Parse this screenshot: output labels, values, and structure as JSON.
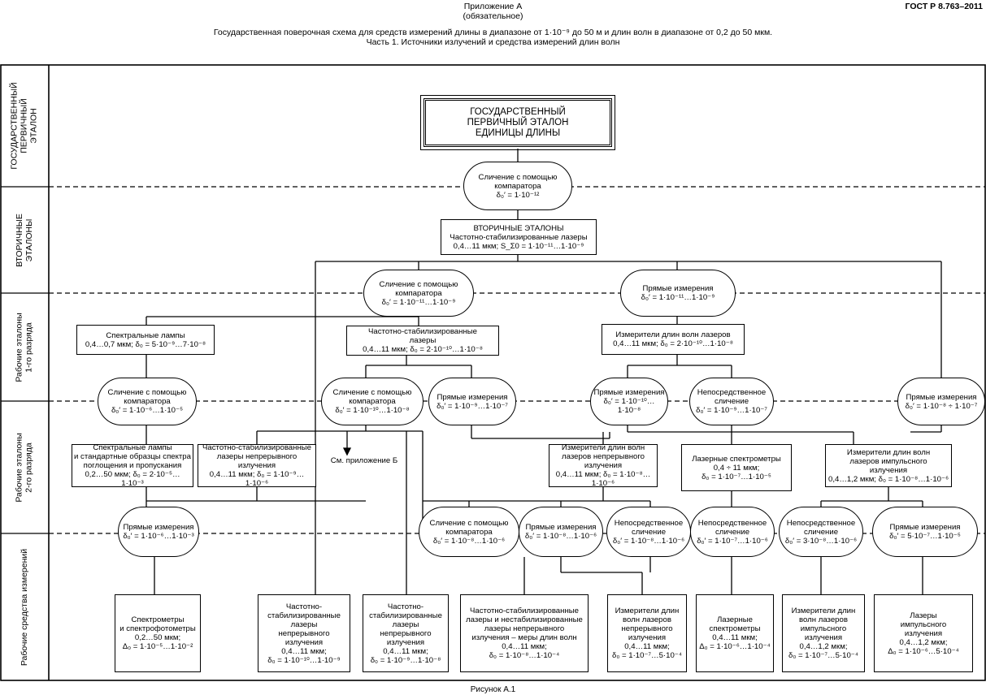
{
  "header": {
    "appendix": "Приложение А",
    "note": "(обязательное)",
    "gost": "ГОСТ Р 8.763–2011",
    "title_line1": "Государственная поверочная схема для средств измерений длины в диапазоне от 1·10⁻⁹ до 50 м и длин волн в диапазоне от 0,2 до 50 мкм.",
    "title_line2": "Часть 1. Источники излучений и средства измерений длин волн"
  },
  "levels": [
    "ГОСУДАРСТВЕННЫЙ\nПЕРВИЧНЫЙ\nЭТАЛОН",
    "ВТОРИЧНЫЕ\nЭТАЛОНЫ",
    "Рабочие эталоны\n1-го разряда",
    "Рабочие эталоны\n2-го разряда",
    "Рабочие средства измерений"
  ],
  "nodes": {
    "primary": [
      "ГОСУДАРСТВЕННЫЙ",
      "ПЕРВИЧНЫЙ ЭТАЛОН",
      "ЕДИНИЦЫ ДЛИНЫ"
    ],
    "cmp_top": [
      "Сличение с помощью",
      "компаратора",
      "δ₀′ = 1·10⁻¹²"
    ],
    "secondary": [
      "ВТОРИЧНЫЕ ЭТАЛОНЫ",
      "Частотно-стабилизированные лазеры",
      "0,4…11 мкм; S_Σ0 = 1·10⁻¹¹…1·10⁻⁹"
    ],
    "cmp_l1": [
      "Сличение с помощью",
      "компаратора",
      "δ₀′ = 1·10⁻¹¹…1·10⁻⁹"
    ],
    "direct_l1": [
      "Прямые измерения",
      "δ₀′ = 1·10⁻¹¹…1·10⁻⁹"
    ],
    "spec_lamps_1": [
      "Спектральные лампы",
      "0,4…0,7 мкм; δ₀ = 5·10⁻⁹…7·10⁻⁸"
    ],
    "fs_lasers_1": [
      "Частотно-стабилизированные",
      "лазеры",
      "0,4…11 мкм; δ₀ = 2·10⁻¹⁰…1·10⁻⁸"
    ],
    "wavemeters_1": [
      "Измерители длин волн лазеров",
      "0,4…11 мкм; δ₀ = 2·10⁻¹⁰…1·10⁻⁸"
    ],
    "cmp_a": [
      "Сличение с помощью",
      "компаратора",
      "δ₀′ = 1·10⁻⁶…1·10⁻⁵"
    ],
    "cmp_b": [
      "Сличение с помощью",
      "компаратора",
      "δ₀′ = 1·10⁻¹⁰…1·10⁻⁸"
    ],
    "direct_c": [
      "Прямые измерения",
      "δ₀′ = 1·10⁻⁹…1·10⁻⁷"
    ],
    "direct_d": [
      "Прямые измерения",
      "δ₀′ = 1·10⁻¹⁰…1·10⁻⁸"
    ],
    "immed_e": [
      "Непосредственное",
      "сличение",
      "δ₀′ = 1·10⁻⁹…1·10⁻⁷"
    ],
    "direct_f": [
      "Прямые измерения",
      "δ₀′ = 1·10⁻⁸ ÷ 1·10⁻⁷"
    ],
    "spec_lamps_2": [
      "Спектральные лампы",
      "и стандартные образцы спектра",
      "поглощения и пропускания",
      "0,2…50 мкм; δ₀ = 2·10⁻⁵…1·10⁻³"
    ],
    "fs_lasers_2": [
      "Частотно-стабилизированные",
      "лазеры непрерывного",
      "излучения",
      "0,4…11 мкм; δ₀ = 1·10⁻⁹…1·10⁻⁶"
    ],
    "see_b": "См. приложение Б",
    "wavemeters_cw_2": [
      "Измерители длин волн",
      "лазеров непрерывного",
      "излучения",
      "0,4…11 мкм; δ₀ = 1·10⁻⁸…1·10⁻⁶"
    ],
    "laser_spectrometers_2": [
      "Лазерные спектрометры",
      "0,4 ÷ 11 мкм;",
      "δ₀ = 1·10⁻⁷…1·10⁻⁵"
    ],
    "wavemeters_pulse_2": [
      "Измерители длин волн",
      "лазеров импульсного",
      "излучения",
      "0,4…1,2 мкм; δ₀ = 1·10⁻⁸…1·10⁻⁶"
    ],
    "direct_g": [
      "Прямые измерения",
      "δ₀′ = 1·10⁻⁶…1·10⁻³"
    ],
    "cmp_h": [
      "Сличение с помощью",
      "компаратора",
      "δ₀′ = 1·10⁻⁸…1·10⁻⁶"
    ],
    "direct_i": [
      "Прямые измерения",
      "δ₀′ = 1·10⁻⁸…1·10⁻⁶"
    ],
    "immed_j": [
      "Непосредственное",
      "сличение",
      "δ₀′ = 1·10⁻⁸…1·10⁻⁶"
    ],
    "immed_k": [
      "Непосредственное",
      "сличение",
      "δ₀′ = 1·10⁻⁷…1·10⁻⁶"
    ],
    "immed_l": [
      "Непосредственное",
      "сличение",
      "δ₀′ = 3·10⁻⁸…1·10⁻⁶"
    ],
    "direct_m": [
      "Прямые измерения",
      "δ₀′ = 5·10⁻⁷…1·10⁻⁵"
    ],
    "wm_spectrometers": [
      "Спектрометры",
      "и спектрофотометры",
      "0,2…50 мкм;",
      "Δ₀ = 1·10⁻⁵…1·10⁻²"
    ],
    "wm_fs_lasers_a": [
      "Частотно-",
      "стабилизированные",
      "лазеры",
      "непрерывного",
      "излучения",
      "0,4…11 мкм;",
      "δ₀ = 1·10⁻¹⁰…1·10⁻⁹"
    ],
    "wm_fs_lasers_b": [
      "Частотно-",
      "стабилизированные",
      "лазеры",
      "непрерывного",
      "излучения",
      "0,4…11 мкм;",
      "δ₀ = 1·10⁻⁹…1·10⁻⁸"
    ],
    "wm_fs_nonfs": [
      "Частотно-стабилизированные",
      "лазеры и нестабилизированные",
      "лазеры непрерывного",
      "излучения – меры длин волн",
      "0,4…11 мкм;",
      "δ₀ = 1·10⁻⁸…1·10⁻⁴"
    ],
    "wm_wavemeters_cw": [
      "Измерители длин",
      "волн лазеров",
      "непрерывного",
      "излучения",
      "0,4…11 мкм;",
      "δ₀ = 1·10⁻⁷…5·10⁻⁴"
    ],
    "wm_laser_spectr": [
      "Лазерные",
      "спектрометры",
      "0,4…11 мкм;",
      "Δ₀ = 1·10⁻⁶…1·10⁻⁴"
    ],
    "wm_wavemeters_pulse": [
      "Измерители длин",
      "волн лазеров",
      "импульсного",
      "излучения",
      "0,4…1,2 мкм;",
      "δ₀ = 1·10⁻⁷…5·10⁻⁴"
    ],
    "wm_pulse_lasers": [
      "Лазеры",
      "импульсного",
      "излучения",
      "0,4…1,2 мкм;",
      "Δ₀ = 1·10⁻⁶…5·10⁻⁴"
    ]
  },
  "caption": "Рисунок А.1"
}
